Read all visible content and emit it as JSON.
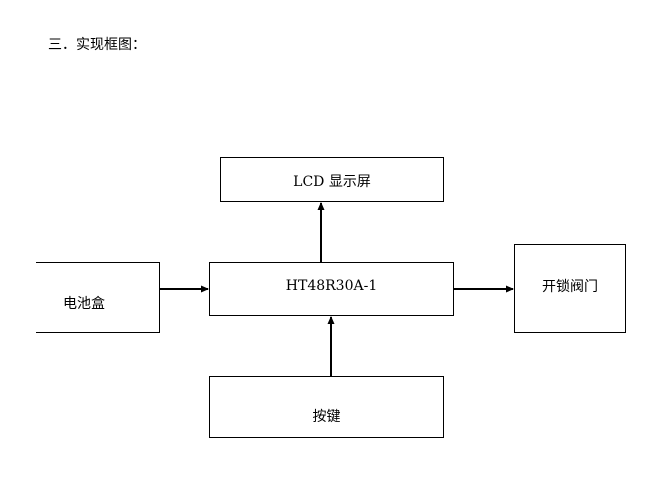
{
  "heading": "三．实现框图：",
  "blocks": {
    "lcd": "LCD 显示屏",
    "mcu": "HT48R30A-1",
    "battery": "电池盒",
    "unlock": "开锁阀门",
    "keypad": "按键"
  }
}
